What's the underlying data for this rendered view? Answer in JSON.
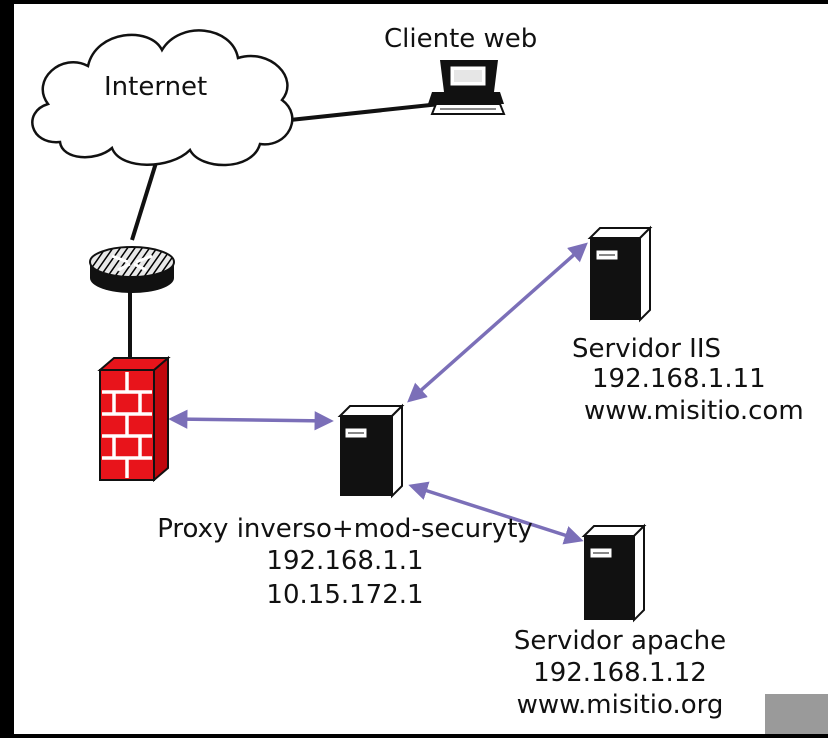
{
  "nodes": {
    "internet": {
      "label": "Internet"
    },
    "client": {
      "label": "Cliente web"
    },
    "proxy": {
      "label": "Proxy inverso+mod-securyty",
      "ip1": "192.168.1.1",
      "ip2": "10.15.172.1"
    },
    "iis": {
      "label": "Servidor IIS",
      "ip": "192.168.1.11",
      "url": "www.misitio.com"
    },
    "apache": {
      "label": "Servidor apache",
      "ip": "192.168.1.12",
      "url": "www.misitio.org"
    }
  },
  "colors": {
    "background_frame": "#000000",
    "canvas": "#ffffff",
    "arrow": "#7b6fb8",
    "firewall": "#e8141b",
    "link": "#111111"
  }
}
